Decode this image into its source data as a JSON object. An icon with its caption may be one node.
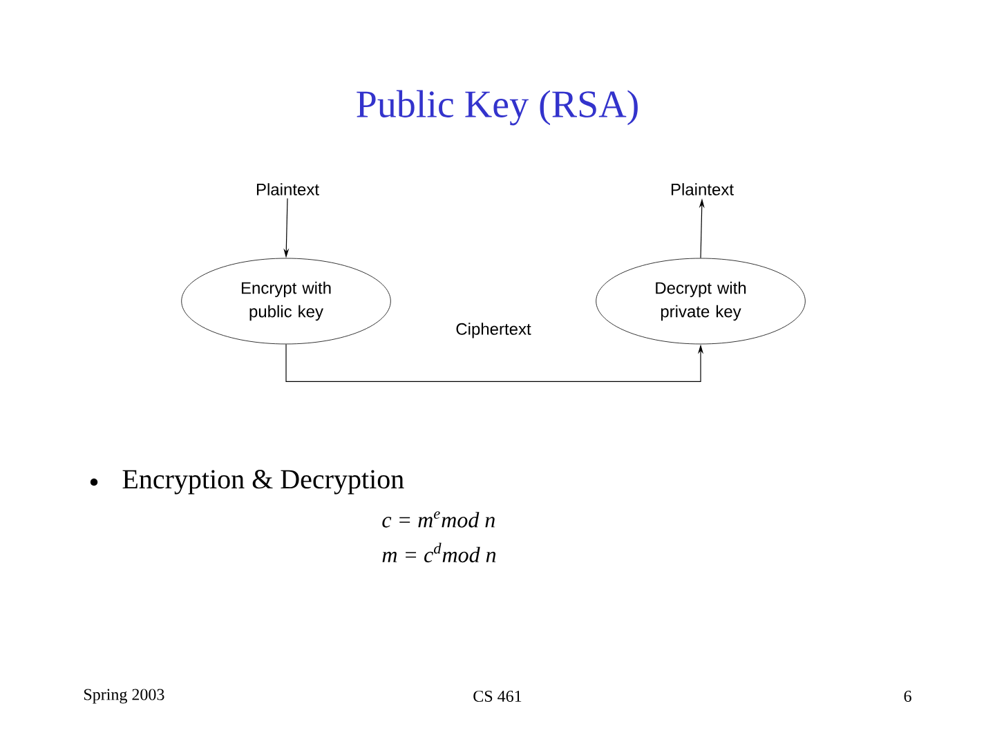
{
  "diagram": {
    "title": "Public Key (RSA)",
    "nodes": [
      {
        "text": [
          "Plaintext"
        ]
      },
      {
        "text": [
          "Encrypt with public key"
        ]
      },
      {
        "text": [
          "Decrypt with private key"
        ]
      },
      {
        "text": [
          "Plaintext"
        ]
      }
    ],
    "edges": [
      {
        "from": 0,
        "to": 1,
        "arrow": "to"
      },
      {
        "from": 1,
        "to": 2,
        "arrow": "to",
        "label": "Ciphertext"
      },
      {
        "from": 2,
        "to": 3,
        "arrow": "to"
      }
    ],
    "labels": [
      "Encryption & Decryption",
      "c = m$^{e}$mod n",
      "m =  c$^{d}$mod n",
      "Spring 2003",
      "CS 461",
      "6"
    ]
  }
}
